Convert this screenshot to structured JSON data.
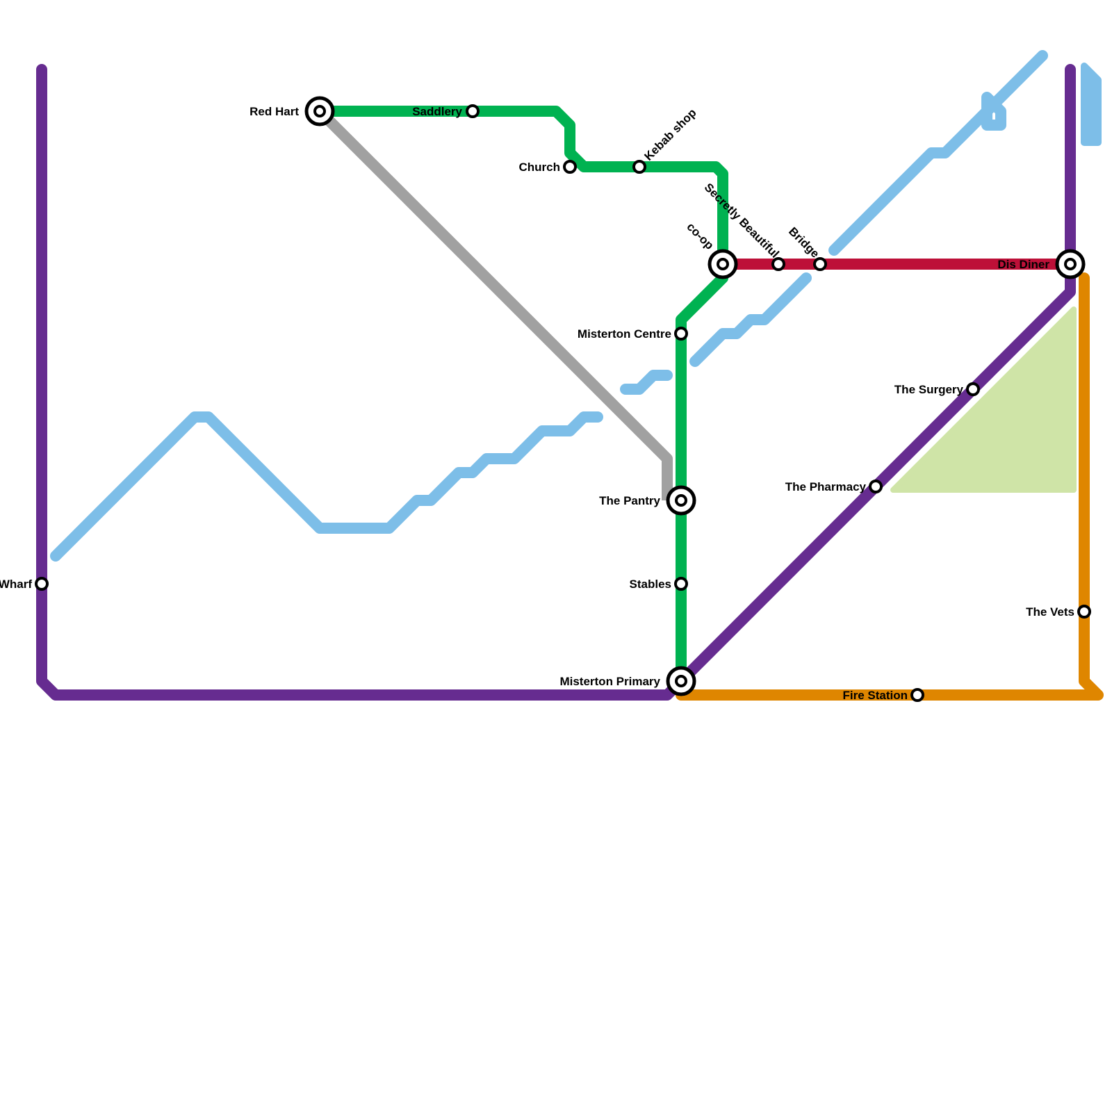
{
  "lines": {
    "purple": {
      "color": "#662c90"
    },
    "green": {
      "color": "#00b251"
    },
    "orange": {
      "color": "#df8600"
    },
    "crimson": {
      "color": "#bd1038"
    },
    "river": {
      "color": "#7dbee8"
    },
    "grey": {
      "color": "#a1a1a1"
    },
    "park": {
      "color": "#cfe4a7"
    }
  },
  "stations": {
    "red_hart": "Red Hart",
    "saddlery": "Saddlery",
    "church": "Church",
    "kebab_shop": "Kebab shop",
    "secretly_beautiful": "Secretly Beautiful",
    "co_op": "co-op",
    "bridge": "Bridge",
    "dis_diner": "Dis Diner",
    "misterton_centre": "Misterton Centre",
    "the_surgery": "The Surgery",
    "the_pharmacy": "The Pharmacy",
    "the_pantry": "The Pantry",
    "stables": "Stables",
    "wharf": "Wharf",
    "the_vets": "The Vets",
    "misterton_primary": "Misterton Primary",
    "fire_station": "Fire Station"
  }
}
